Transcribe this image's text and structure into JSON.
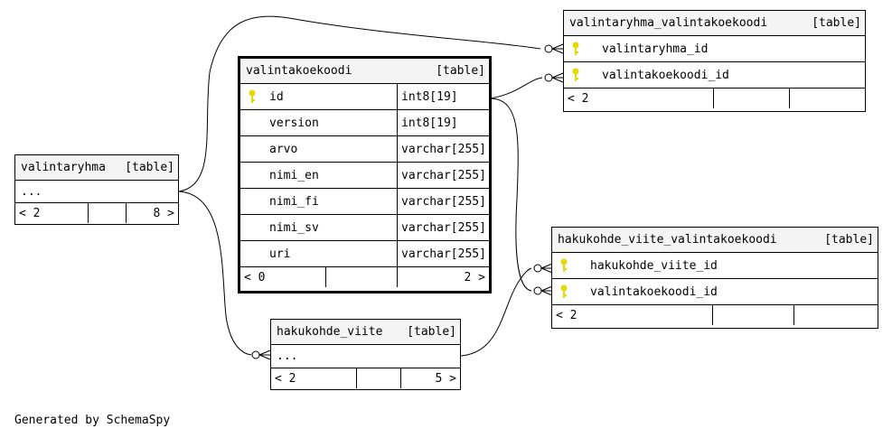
{
  "tables": {
    "valintakoekoodi": {
      "name": "valintakoekoodi",
      "tag": "[table]",
      "columns": [
        {
          "name": "id",
          "type": "int8[19]"
        },
        {
          "name": "version",
          "type": "int8[19]"
        },
        {
          "name": "arvo",
          "type": "varchar[255]"
        },
        {
          "name": "nimi_en",
          "type": "varchar[255]"
        },
        {
          "name": "nimi_fi",
          "type": "varchar[255]"
        },
        {
          "name": "nimi_sv",
          "type": "varchar[255]"
        },
        {
          "name": "uri",
          "type": "varchar[255]"
        }
      ],
      "footer": {
        "left": "< 0",
        "right": "2 >"
      }
    },
    "valintaryhma_valintakoekoodi": {
      "name": "valintaryhma_valintakoekoodi",
      "tag": "[table]",
      "columns": [
        {
          "name": "valintaryhma_id"
        },
        {
          "name": "valintakoekoodi_id"
        }
      ],
      "footer": {
        "left": "< 2",
        "right": ""
      }
    },
    "valintaryhma": {
      "name": "valintaryhma",
      "tag": "[table]",
      "rows": [
        "..."
      ],
      "footer": {
        "left": "< 2",
        "right": "8 >"
      }
    },
    "hakukohde_viite_valintakoekoodi": {
      "name": "hakukohde_viite_valintakoekoodi",
      "tag": "[table]",
      "columns": [
        {
          "name": "hakukohde_viite_id"
        },
        {
          "name": "valintakoekoodi_id"
        }
      ],
      "footer": {
        "left": "< 2",
        "right": ""
      }
    },
    "hakukohde_viite": {
      "name": "hakukohde_viite",
      "tag": "[table]",
      "rows": [
        "..."
      ],
      "footer": {
        "left": "< 2",
        "right": "5 >"
      }
    }
  },
  "footer_note": "Generated by SchemaSpy",
  "colors": {
    "key": "#e6d800",
    "header_bg": "#f4f4f4",
    "line": "#000000"
  }
}
